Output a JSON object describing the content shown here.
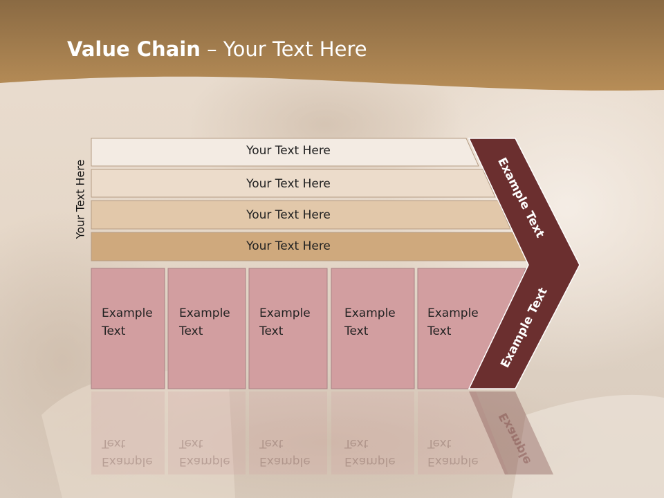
{
  "title": {
    "bold": "Value Chain",
    "rest": " – Your Text Here"
  },
  "side_label": "Your Text Here",
  "rows": [
    {
      "label": "Your Text Here",
      "color": "#f3ebe3"
    },
    {
      "label": "Your Text Here",
      "color": "#ecdccb"
    },
    {
      "label": "Your Text Here",
      "color": "#e2c8aa"
    },
    {
      "label": "Your Text Here",
      "color": "#cfa97d"
    }
  ],
  "boxes": [
    {
      "line1": "Example",
      "line2": "Text"
    },
    {
      "line1": "Example",
      "line2": "Text"
    },
    {
      "line1": "Example",
      "line2": "Text"
    },
    {
      "line1": "Example",
      "line2": "Text"
    },
    {
      "line1": "Example",
      "line2": "Text"
    }
  ],
  "chevron": {
    "top_label": "Example Text",
    "bottom_label": "Example Text"
  },
  "reflection": {
    "box": {
      "line1": "Example",
      "line2": "Text"
    },
    "chevron": "Example"
  },
  "colors": {
    "header": "#a87f4c",
    "box_fill": "#d29ea0",
    "chevron_fill": "#6b2f2f"
  }
}
